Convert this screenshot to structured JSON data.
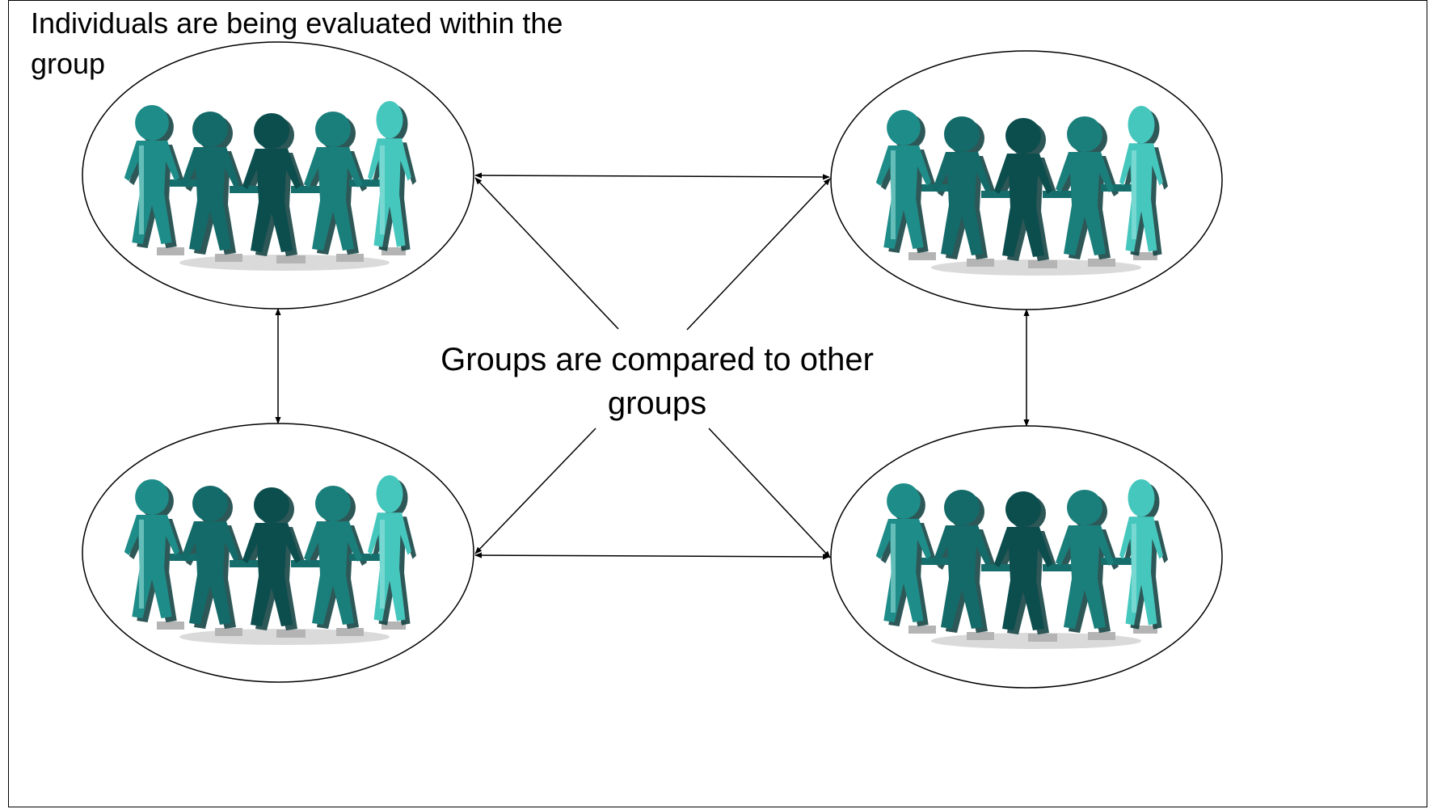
{
  "texts": {
    "within_group": "Individuals are being evaluated within the group",
    "between_groups": "Groups are compared to other groups"
  },
  "groups": [
    {
      "id": "top-left",
      "figure_icon": "people-holding-hands-icon"
    },
    {
      "id": "top-right",
      "figure_icon": "people-holding-hands-icon"
    },
    {
      "id": "bottom-left",
      "figure_icon": "people-holding-hands-icon"
    },
    {
      "id": "bottom-right",
      "figure_icon": "people-holding-hands-icon"
    }
  ],
  "colors": {
    "figure_dark": "#0c4d4d",
    "figure_mid": "#1a8a86",
    "figure_light": "#3cc4bd",
    "figure_highlight": "#9fe6e0",
    "shadow": "#b8b8b8",
    "line": "#000000"
  }
}
